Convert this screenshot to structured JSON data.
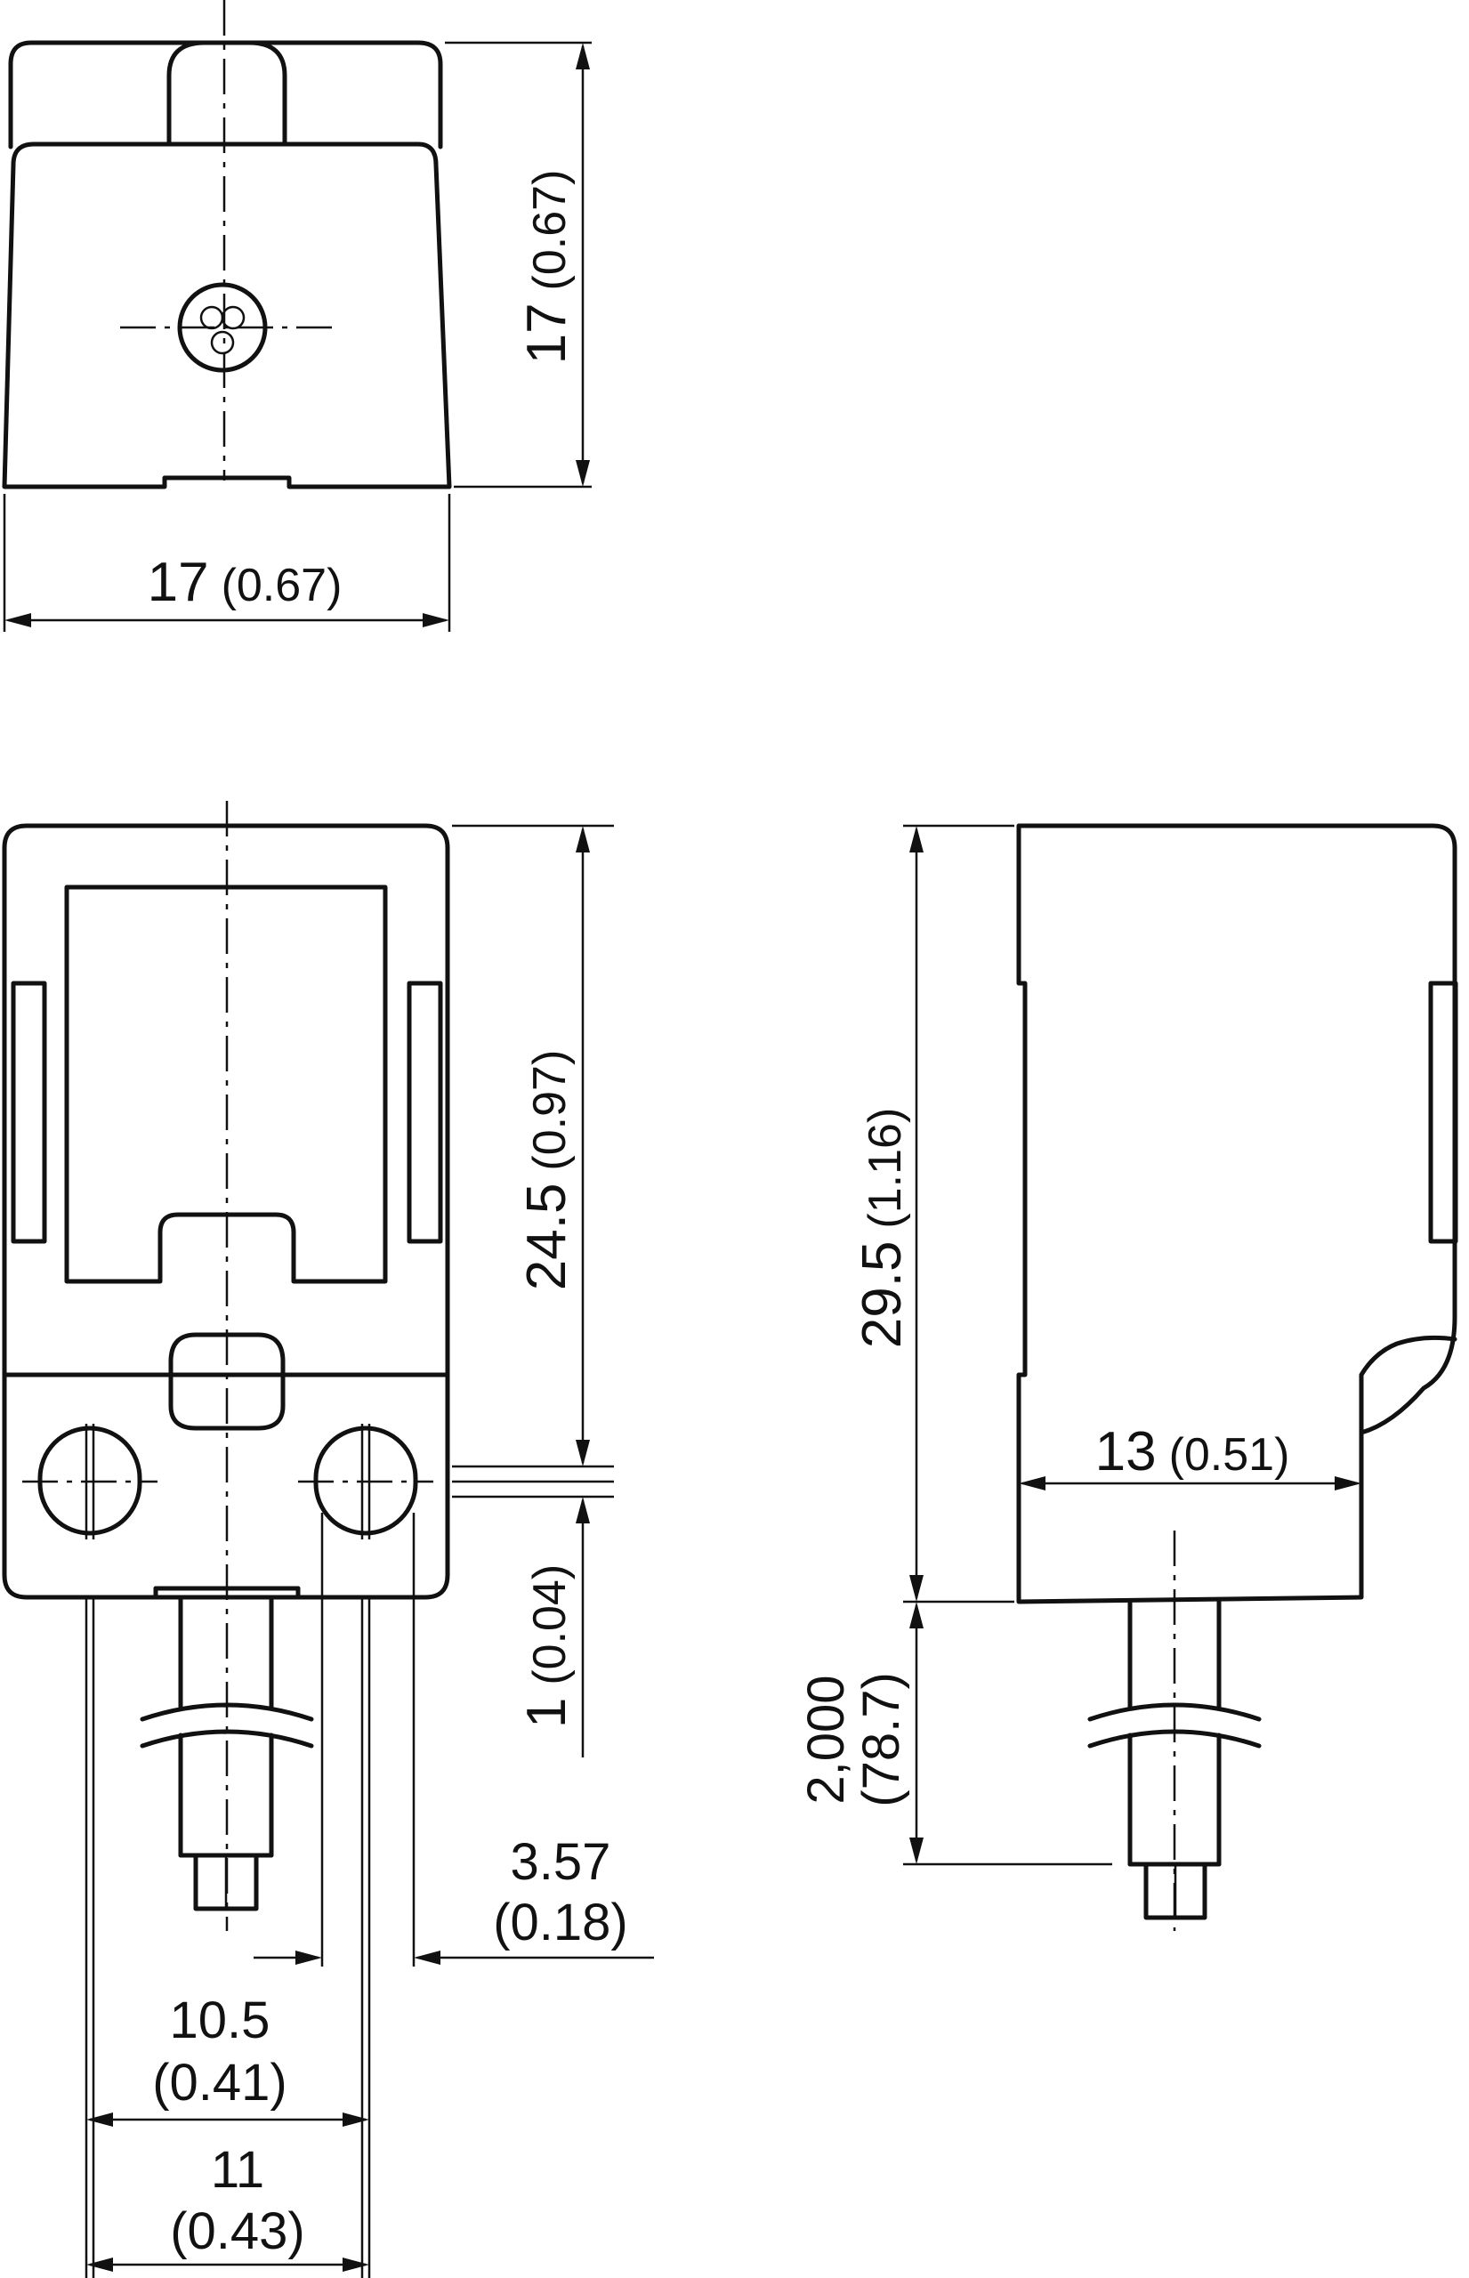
{
  "dimensions": {
    "top_height": {
      "value": "17",
      "inch": "(0.67)"
    },
    "top_width": {
      "value": "17",
      "inch": "(0.67)"
    },
    "front_height": {
      "value": "24.5",
      "inch": "(0.97)"
    },
    "hole_offset": {
      "value": "1",
      "inch": "(0.04)"
    },
    "hole_diameter": {
      "value": "3.57",
      "inch": "(0.18)"
    },
    "hole_spacing_a": {
      "value": "10.5",
      "inch": "(0.41)"
    },
    "hole_spacing_b": {
      "value": "11",
      "inch": "(0.43)"
    },
    "side_height": {
      "value": "29.5",
      "inch": "(1.16)"
    },
    "side_depth": {
      "value": "13",
      "inch": "(0.51)"
    },
    "cable_length": {
      "value": "2,000",
      "inch": "(78.7)"
    }
  }
}
